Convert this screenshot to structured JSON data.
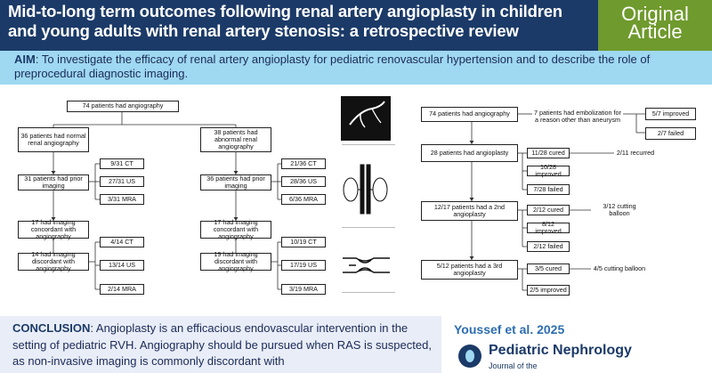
{
  "header": {
    "title": "Mid-to-long term outcomes following renal artery angioplasty in children and young adults with renal artery stenosis: a retrospective review",
    "badge_line1": "Original",
    "badge_line2": "Article"
  },
  "aim": {
    "label": "AIM",
    "text": ": To investigate the efficacy of renal artery angioplasty for pediatric renovascular hypertension and to describe the role of preprocedural diagnostic imaging."
  },
  "left_flow": {
    "top": "74 patients had angiography",
    "normal": "36 patients had normal renal angiography",
    "normal_prior": "31 patients had prior imaging",
    "normal_stats": [
      "9/31 CT",
      "27/31 US",
      "3/31 MRA"
    ],
    "normal_concordant": "17 had imaging concordant with angiography",
    "normal_discordant": "14 had imaging discordant with angiography",
    "normal_disc_stats": [
      "4/14 CT",
      "13/14 US",
      "2/14 MRA"
    ],
    "abnormal": "38 patients had abnormal renal angiography",
    "abnormal_prior": "36 patients had prior imaging",
    "abnormal_stats": [
      "21/36 CT",
      "28/36 US",
      "6/36 MRA"
    ],
    "abnormal_concordant": "17 had imaging concordant with angiography",
    "abnormal_discordant": "19 had imaging discordant with angiography",
    "abnormal_disc_stats": [
      "10/19 CT",
      "17/19 US",
      "3/19 MRA"
    ]
  },
  "right_flow": {
    "top": "74 patients had angiography",
    "embolization": "7 patients had embolization for a reason other than aneurysm",
    "embol_improved": "5/7 improved",
    "embol_failed": "2/7 failed",
    "angioplasty": "28 patients had angioplasty",
    "a1_cured": "11/28 cured",
    "a1_recurred": "2/11 recurred",
    "a1_improved": "10/28 improved",
    "a1_failed": "7/28 failed",
    "second": "12/17 patients had a 2nd angioplasty",
    "a2_cured": "2/12 cured",
    "a2_balloon": "3/12 cutting balloon",
    "a2_improved": "8/12 improved",
    "a2_failed": "2/12 failed",
    "third": "5/12 patients had a 3rd angioplasty",
    "a3_cured": "3/5 cured",
    "a3_balloon": "4/5 cutting balloon",
    "a3_improved": "2/5 improved"
  },
  "conclusion": {
    "label": "CONCLUSION",
    "text": ": Angioplasty is an efficacious endovascular intervention in the setting of pediatric RVH. Angiography should be pursued when RAS is suspected, as non-invasive imaging is commonly discordant with"
  },
  "citation": "Youssef et al. 2025",
  "journal": {
    "name": "Pediatric Nephrology",
    "sub": "Journal of the"
  },
  "colors": {
    "header": "#1b3a68",
    "badge": "#6f9a2d",
    "aim_band": "#9fd8f1",
    "citation": "#2d6db0"
  }
}
